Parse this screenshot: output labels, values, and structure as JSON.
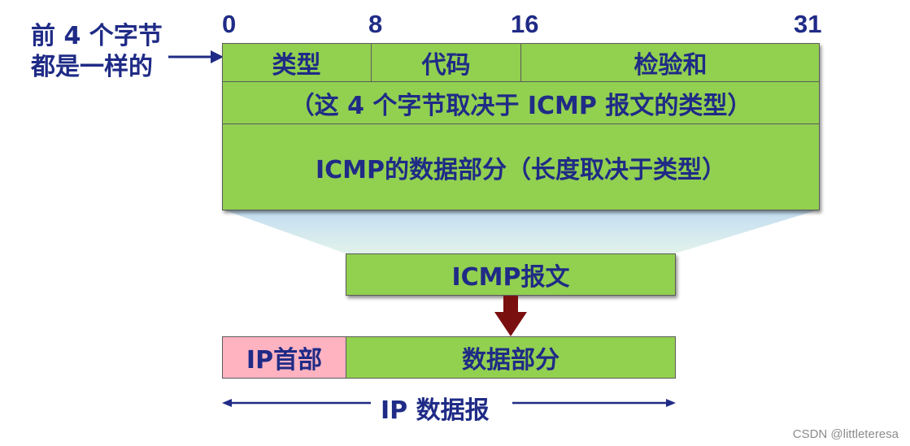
{
  "side_note": {
    "line1": "前 4 个字节",
    "line2": "都是一样的"
  },
  "bit_positions": [
    "0",
    "8",
    "16",
    "31"
  ],
  "header_row": {
    "type": "类型",
    "code": "代码",
    "checksum": "检验和"
  },
  "rest_row": "（这 4 个字节取决于 ICMP 报文的类型）",
  "data_row": "ICMP的数据部分（长度取决于类型）",
  "icmp_message": "ICMP报文",
  "ip_header": "IP首部",
  "ip_data": "数据部分",
  "ip_datagram": "IP 数据报",
  "watermark": "CSDN @littleteresa",
  "colors": {
    "field_fill": "#92d050",
    "ip_header_fill": "#ffb3c1",
    "text": "#1f2b86",
    "down_arrow": "#7a0f0f",
    "funnel": "#cfe7f2"
  }
}
